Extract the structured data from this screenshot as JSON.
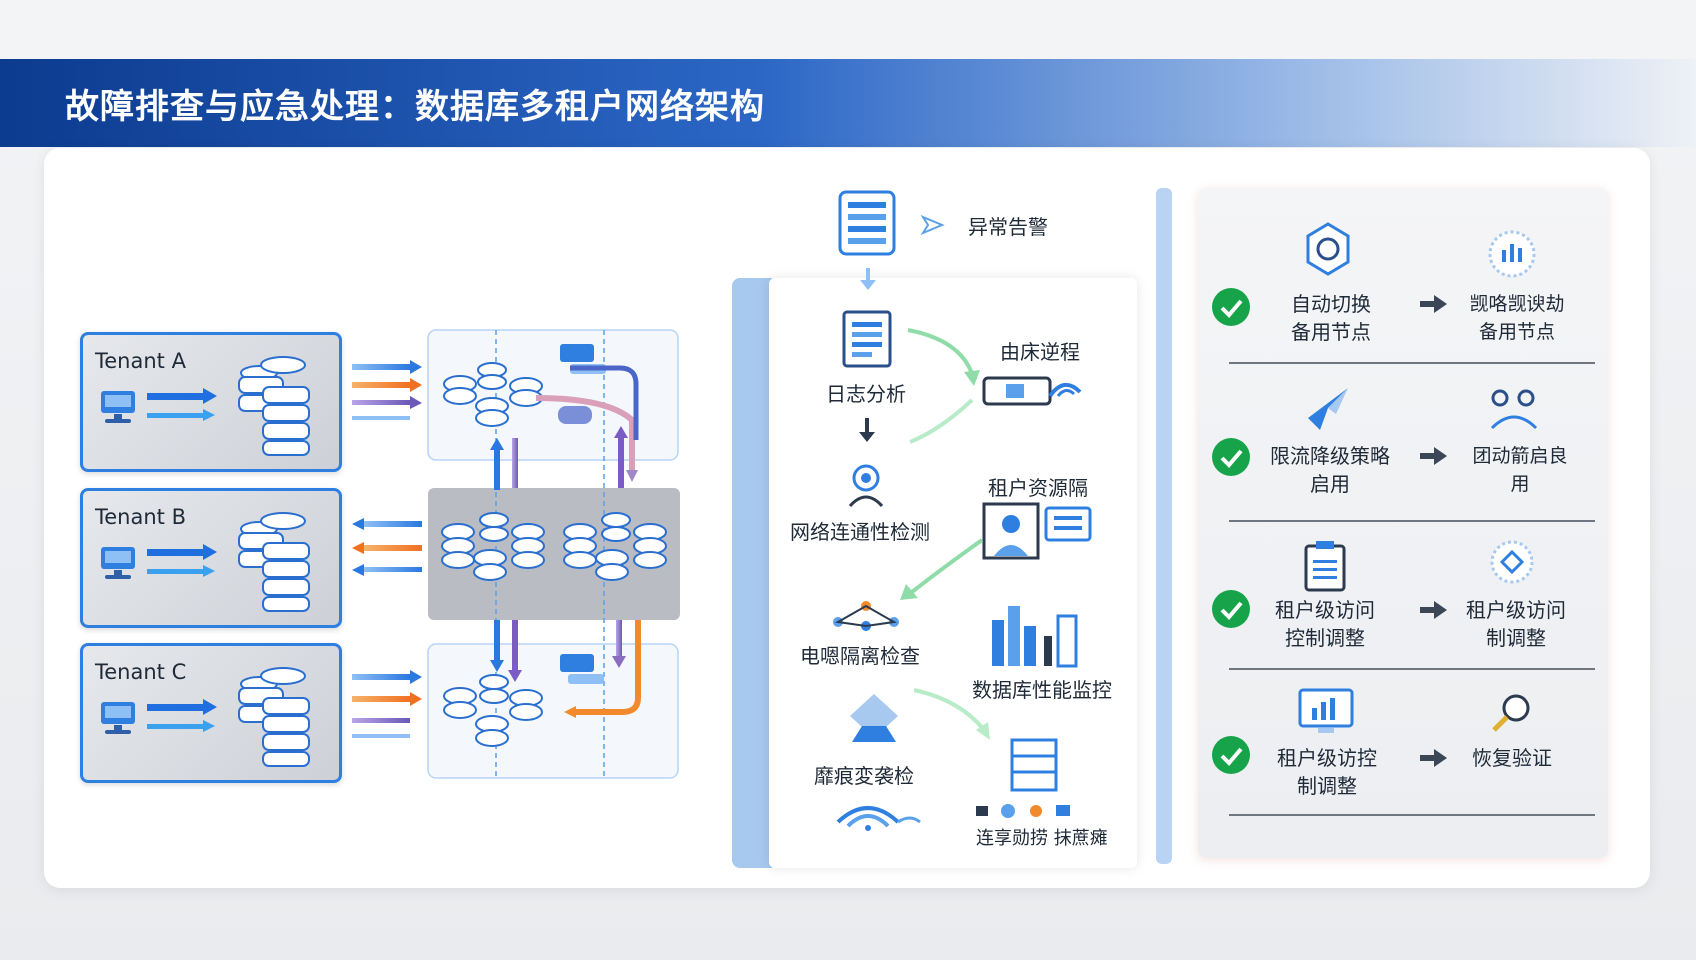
{
  "title": "故障排查与应急处理：数据库多租户网络架构",
  "tenants": [
    {
      "name": "Tenant A"
    },
    {
      "name": "Tenant B"
    },
    {
      "name": "Tenant C"
    }
  ],
  "flow": {
    "alert": "异常告警",
    "log_analysis": "日志分析",
    "routing": "由床逆程",
    "network_check": "网络连通性检测",
    "tenant_resource": "租户资源隔",
    "isolation_check": "电嗯隔离检查",
    "db_monitor": "数据库性能监控",
    "change_check": "靡痕変袭检",
    "share_check": "连享勋捞 抹蔗瘫"
  },
  "actions": [
    {
      "left": [
        "自动切换",
        "备用节点"
      ],
      "right": [
        "觊咯觊谀劫",
        "备用节点"
      ]
    },
    {
      "left": [
        "限流降级策略",
        "启用"
      ],
      "right": [
        "团动箭启良",
        "用"
      ]
    },
    {
      "left": [
        "租户级访问",
        "控制调整"
      ],
      "right": [
        "租户级访问",
        "制调整"
      ]
    },
    {
      "left": [
        "租户级访控",
        "制调整"
      ],
      "right": [
        "恢复验证"
      ]
    }
  ],
  "colors": {
    "header_start": "#0c3b8f",
    "accent_blue": "#2f7fe0",
    "check_green": "#16a34a",
    "arrow_orange": "#f08a2c",
    "arrow_purple": "#7b5cc4"
  }
}
